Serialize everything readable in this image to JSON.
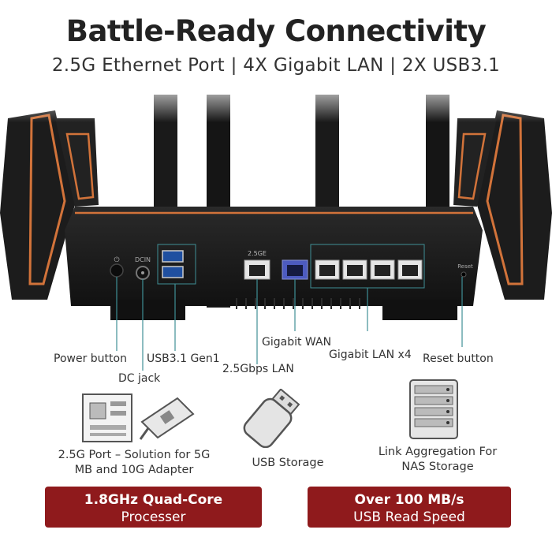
{
  "heading": {
    "title": "Battle-Ready Connectivity",
    "subtitle": "2.5G Ethernet Port | 4X Gigabit LAN | 2X USB3.1"
  },
  "port_labels": {
    "power": "Power button",
    "dc": "DC jack",
    "usb": "USB3.1 Gen1",
    "lan25": "2.5Gbps LAN",
    "wan": "Gigabit WAN",
    "lan4": "Gigabit LAN x4",
    "reset": "Reset button"
  },
  "panel_text": {
    "dcin": "DCIN",
    "twofive": "2.5GE",
    "reset": "Reset"
  },
  "features": {
    "port": "2.5G Port – Solution for 5G MB and 10G Adapter",
    "usb": "USB Storage",
    "link": "Link Aggregation For NAS Storage"
  },
  "badges": {
    "cpu_line1": "1.8GHz Quad-Core",
    "cpu_line2": "Processer",
    "speed_line1": "Over 100 MB/s",
    "speed_line2": "USB Read Speed"
  },
  "colors": {
    "accent_copper": "#d2733a",
    "badge_red": "#8f1a1c",
    "callout_teal": "#3f8f96"
  }
}
